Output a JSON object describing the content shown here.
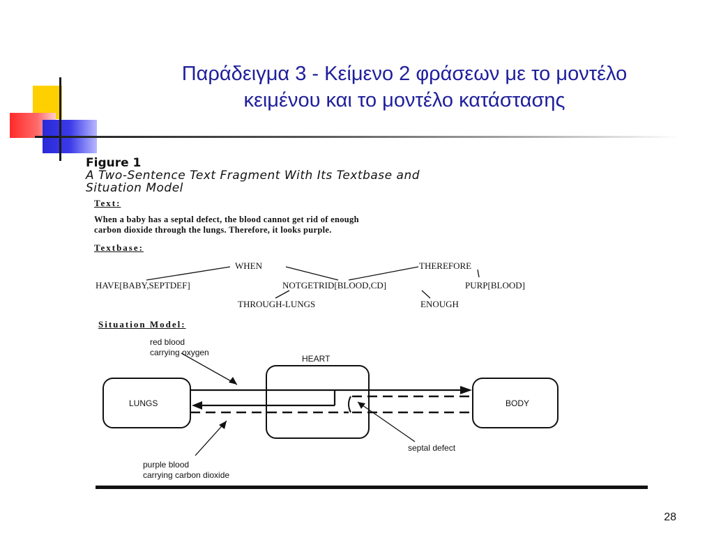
{
  "slide": {
    "title_line1": "Παράδειγμα 3 - Κείμενο 2 φράσεων με το μοντέλο",
    "title_line2": "κειμένου και το μοντέλο κατάστασης",
    "page_number": "28"
  },
  "figure": {
    "heading": "Figure 1",
    "subtitle_line1": "A Two-Sentence Text Fragment With Its Textbase and",
    "subtitle_line2": "Situation Model",
    "text_label": "Text:",
    "text_line1": "When a baby has a septal defect, the blood cannot get rid of enough",
    "text_line2": "carbon dioxide through the lungs. Therefore, it looks purple.",
    "textbase_label": "Textbase:",
    "textbase": {
      "when": "WHEN",
      "therefore": "THEREFORE",
      "have": "HAVE[BABY,SEPTDEF]",
      "notgetrid": "NOTGETRID[BLOOD,CD]",
      "purp": "PURP[BLOOD]",
      "through": "THROUGH-LUNGS",
      "enough": "ENOUGH"
    },
    "situation_label": "Situation Model:",
    "situation": {
      "red_blood_line1": "red blood",
      "red_blood_line2": "carrying oxygen",
      "heart": "HEART",
      "lungs": "LUNGS",
      "body": "BODY",
      "septal_defect": "septal defect",
      "purple_blood_line1": "purple blood",
      "purple_blood_line2": "carrying carbon dioxide"
    }
  }
}
